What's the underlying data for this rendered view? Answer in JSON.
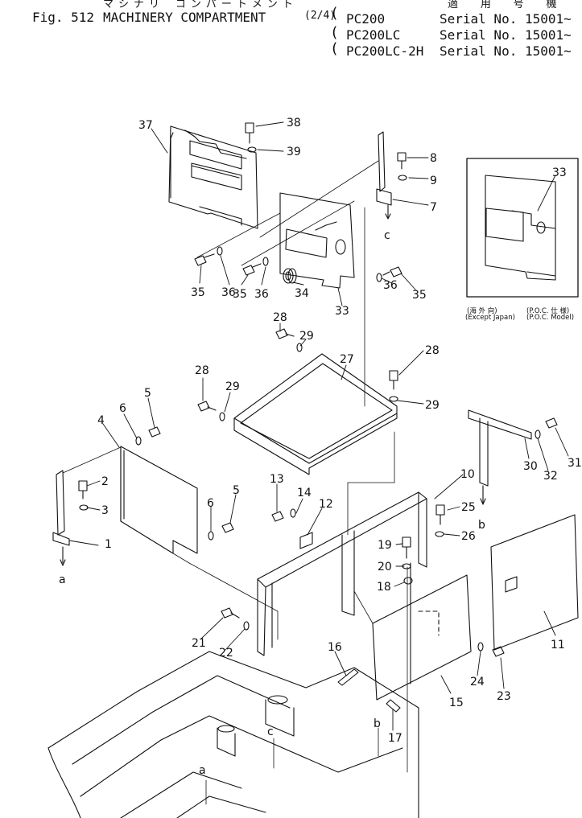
{
  "header": {
    "fig_number": "Fig. 512",
    "title": "MACHINERY COMPARTMENT",
    "sheet": "(2/4)",
    "title_kana": "マシナリ コンパートメント",
    "applicability_label": "適 用 号 機",
    "models": [
      {
        "model": "PC200",
        "serial": "Serial No. 15001~"
      },
      {
        "model": "PC200LC",
        "serial": "Serial No. 15001~"
      },
      {
        "model": "PC200LC-2H",
        "serial": "Serial No. 15001~"
      }
    ]
  },
  "inset": {
    "part_number": "33",
    "caption_left_jp": "(海 外 向)",
    "caption_left_en": "(Except Japan)",
    "caption_right_jp": "(P.O.C. 仕 様)",
    "caption_right_en": "(P.O.C. Model)"
  },
  "part_labels": [
    "1",
    "2",
    "3",
    "4",
    "5",
    "6",
    "7",
    "8",
    "9",
    "10",
    "11",
    "12",
    "13",
    "14",
    "15",
    "16",
    "17",
    "18",
    "19",
    "20",
    "21",
    "22",
    "23",
    "24",
    "25",
    "26",
    "27",
    "28",
    "29",
    "30",
    "31",
    "32",
    "33",
    "34",
    "35",
    "36",
    "37",
    "38",
    "39"
  ],
  "reference_letters": [
    "a",
    "b",
    "c"
  ]
}
